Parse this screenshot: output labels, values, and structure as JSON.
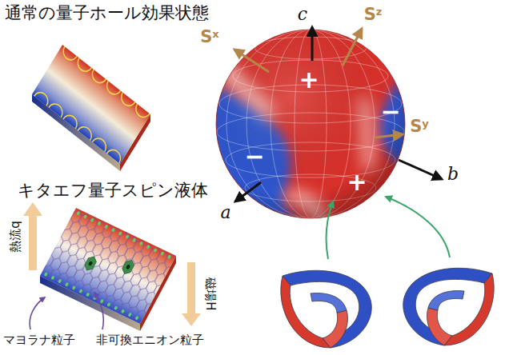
{
  "diagram": {
    "labels": [
      "通常の量子ホール効果状態",
      "キタエフ量子スピン液体",
      "熱流q",
      "磁場H",
      "マヨラナ粒子",
      "非可換エニオン粒子",
      "c",
      "Sz",
      "Sx",
      "Sy",
      "a",
      "b",
      "+",
      "−",
      "−",
      "+"
    ]
  }
}
